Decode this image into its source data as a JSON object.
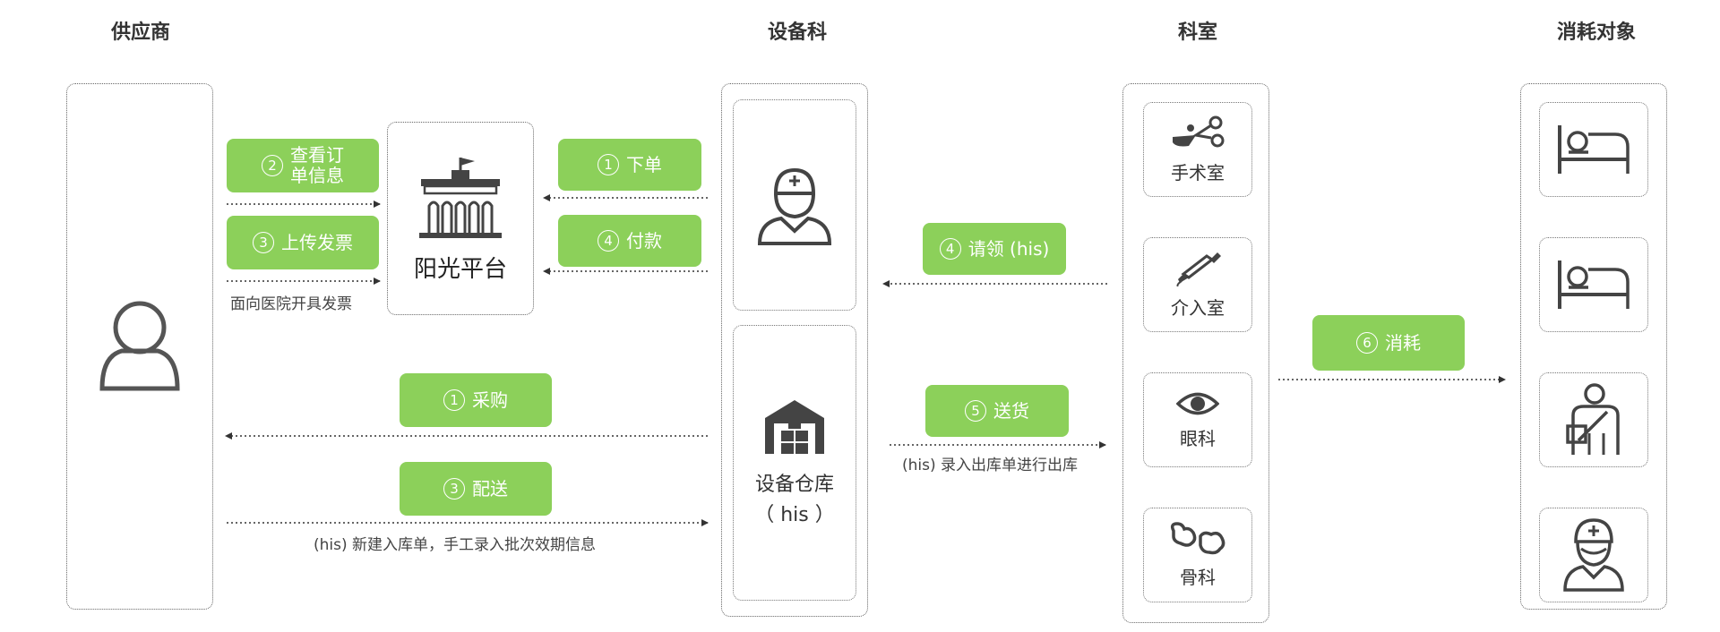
{
  "headers": {
    "supplier": "供应商",
    "equipment": "设备科",
    "department": "科室",
    "consumer": "消耗对象"
  },
  "platform": {
    "label": "阳光平台"
  },
  "warehouse": {
    "label": "设备仓库",
    "sublabel": "（ his ）"
  },
  "pills": {
    "view_order": {
      "num": "2",
      "label": "查看订\n单信息"
    },
    "upload_invoice": {
      "num": "3",
      "label": "上传发票"
    },
    "place_order": {
      "num": "1",
      "label": "下单"
    },
    "pay": {
      "num": "4",
      "label": "付款"
    },
    "purchase": {
      "num": "1",
      "label": "采购"
    },
    "deliver": {
      "num": "3",
      "label": "配送"
    },
    "request": {
      "num": "4",
      "label": "请领 (his)"
    },
    "ship": {
      "num": "5",
      "label": "送货"
    },
    "consume": {
      "num": "6",
      "label": "消耗"
    }
  },
  "notes": {
    "invoice_note": "面向医院开具发票",
    "inbound_note": "(his) 新建入库单，手工录入批次效期信息",
    "outbound_note": "(his) 录入出库单进行出库"
  },
  "departments": [
    {
      "label": "手术室",
      "icon": "surgery-icon"
    },
    {
      "label": "介入室",
      "icon": "syringe-icon"
    },
    {
      "label": "眼科",
      "icon": "eye-icon"
    },
    {
      "label": "骨科",
      "icon": "bone-icon"
    }
  ],
  "consumers": [
    {
      "icon": "patient-bed-icon"
    },
    {
      "icon": "patient-bed-icon"
    },
    {
      "icon": "patient-sling-icon"
    },
    {
      "icon": "nurse-icon"
    }
  ],
  "colors": {
    "accent": "#8cd05a",
    "border": "#666666",
    "icon": "#444444"
  }
}
